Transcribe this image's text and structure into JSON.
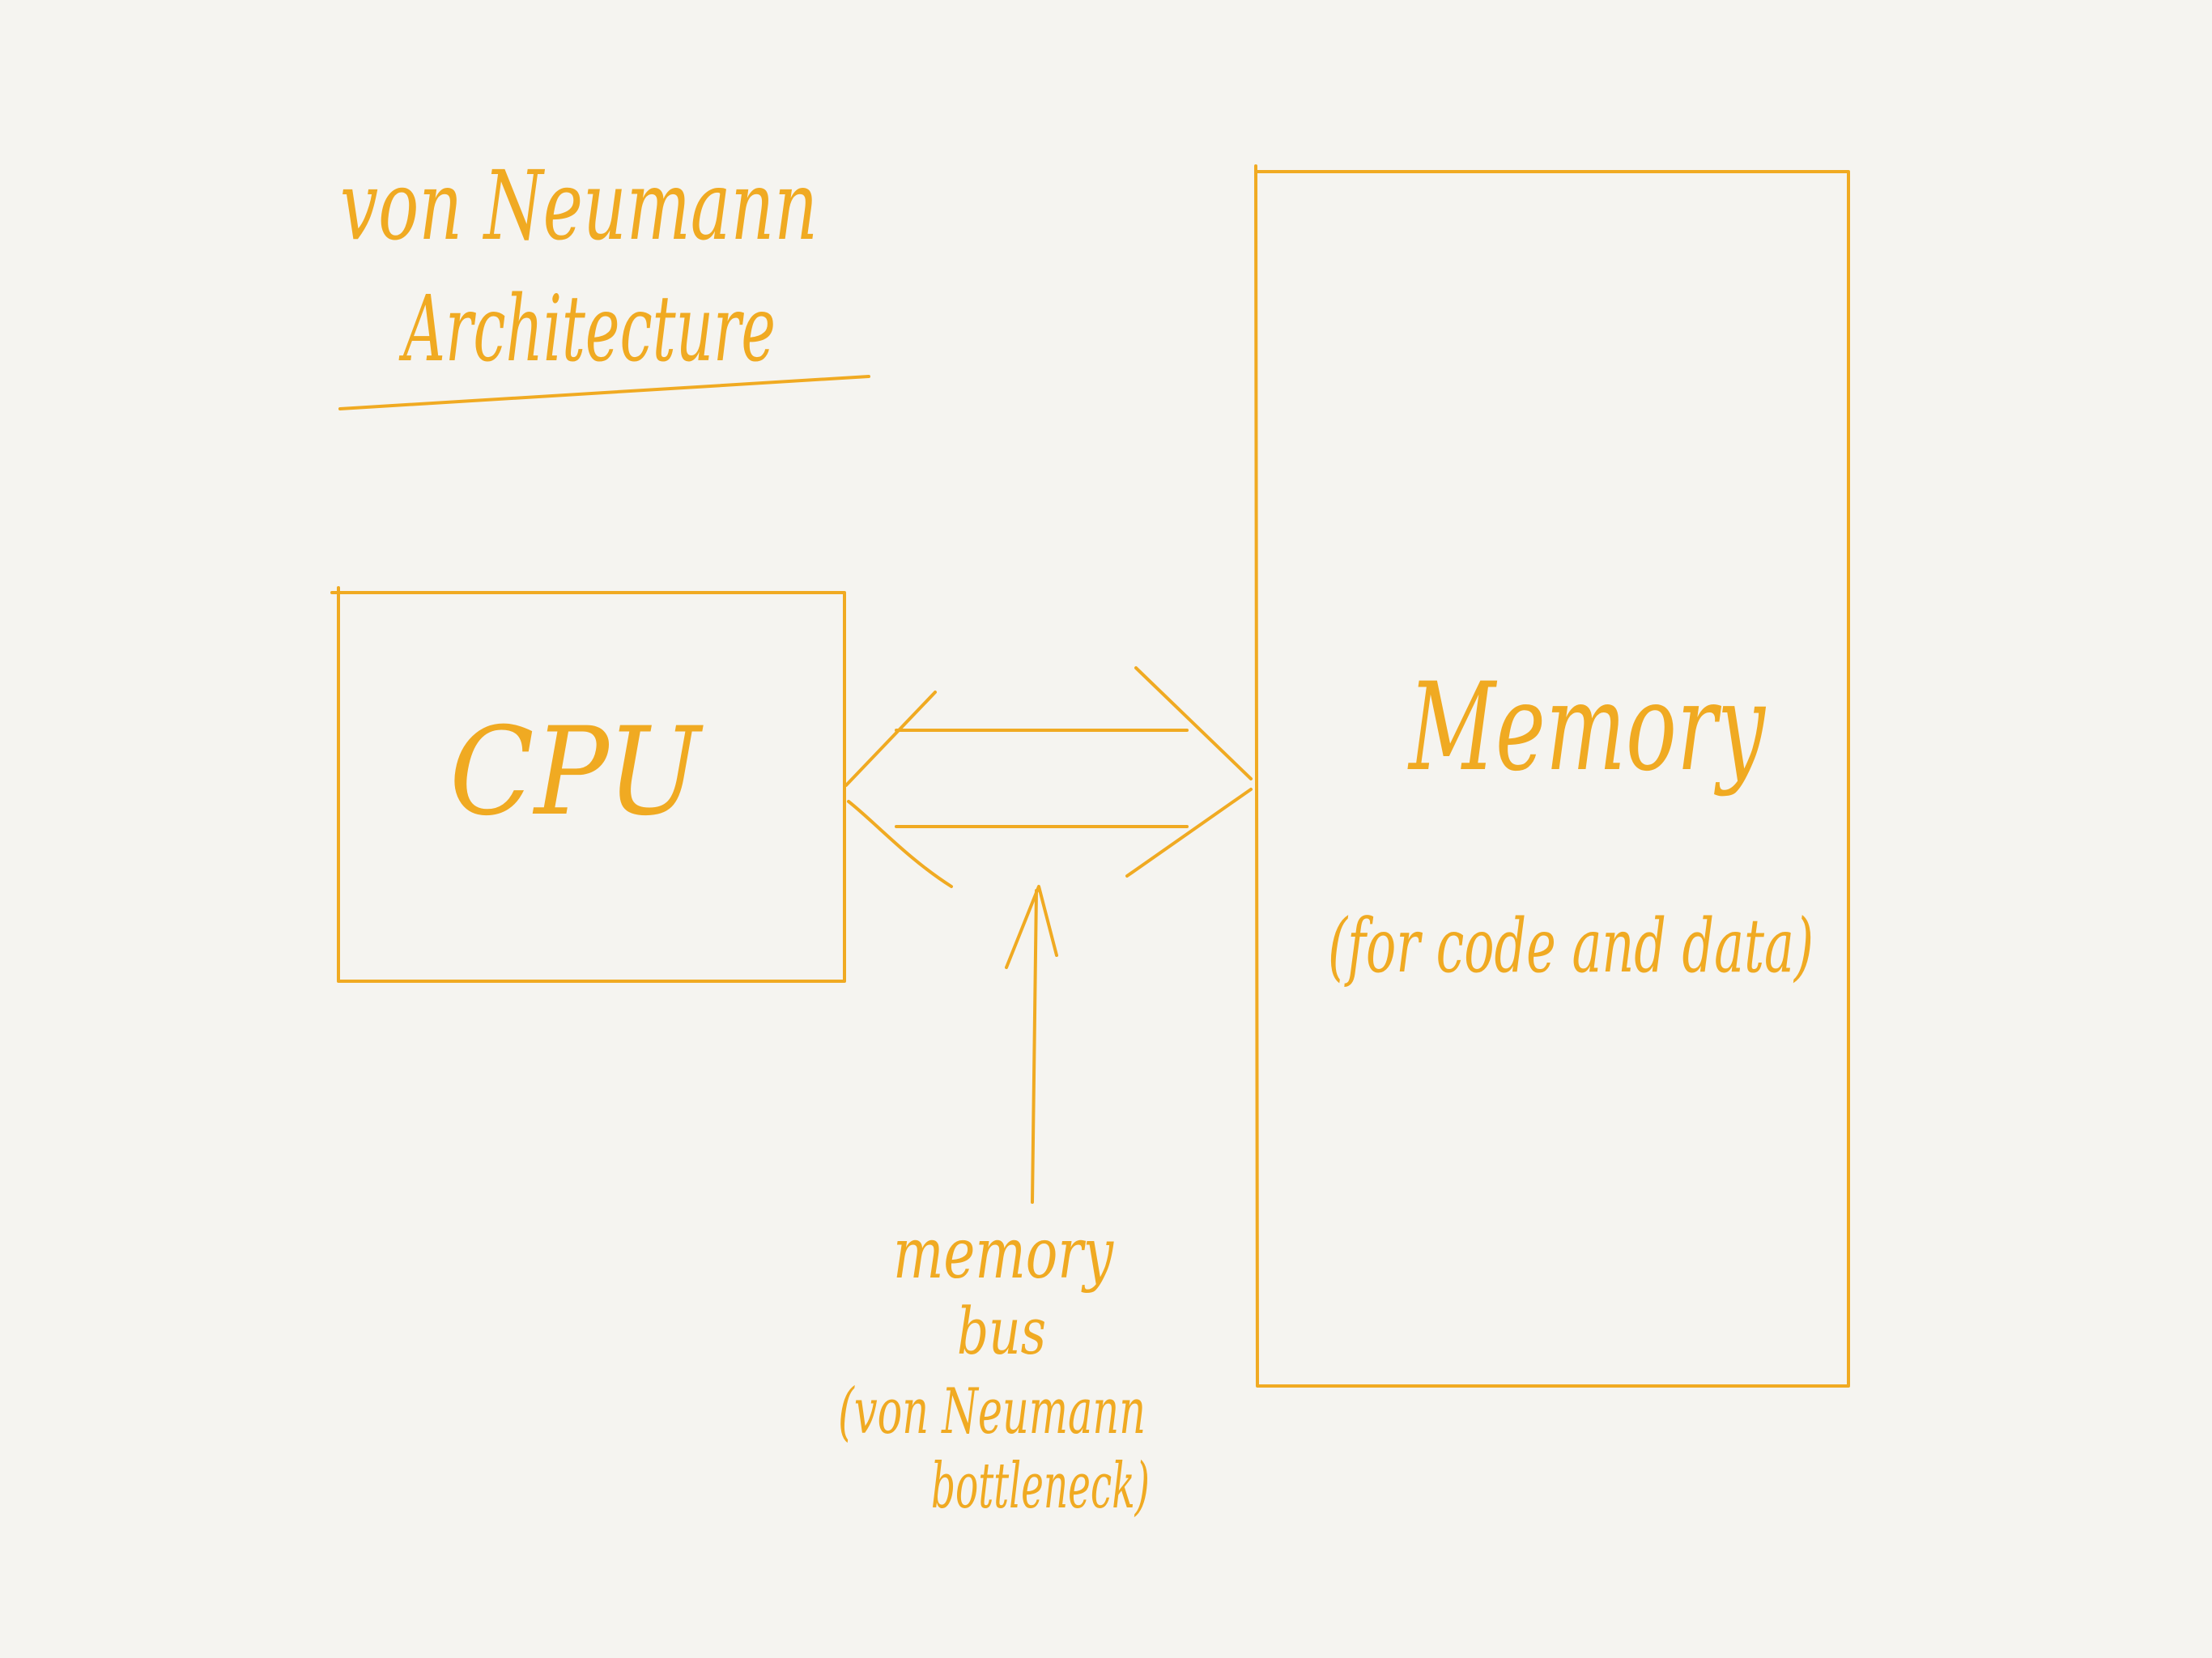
{
  "diagram": {
    "title_line1": "von Neumann",
    "title_line2": "Architecture",
    "cpu_label": "CPU",
    "memory_label": "Memory",
    "memory_sublabel": "(for code and data)",
    "bus_label_line1": "memory",
    "bus_label_line2": "bus",
    "bus_note_line1": "(von Neumann",
    "bus_note_line2": "bottleneck)"
  },
  "colors": {
    "ink": "#f0aa22",
    "paper": "#f5f4f0"
  }
}
